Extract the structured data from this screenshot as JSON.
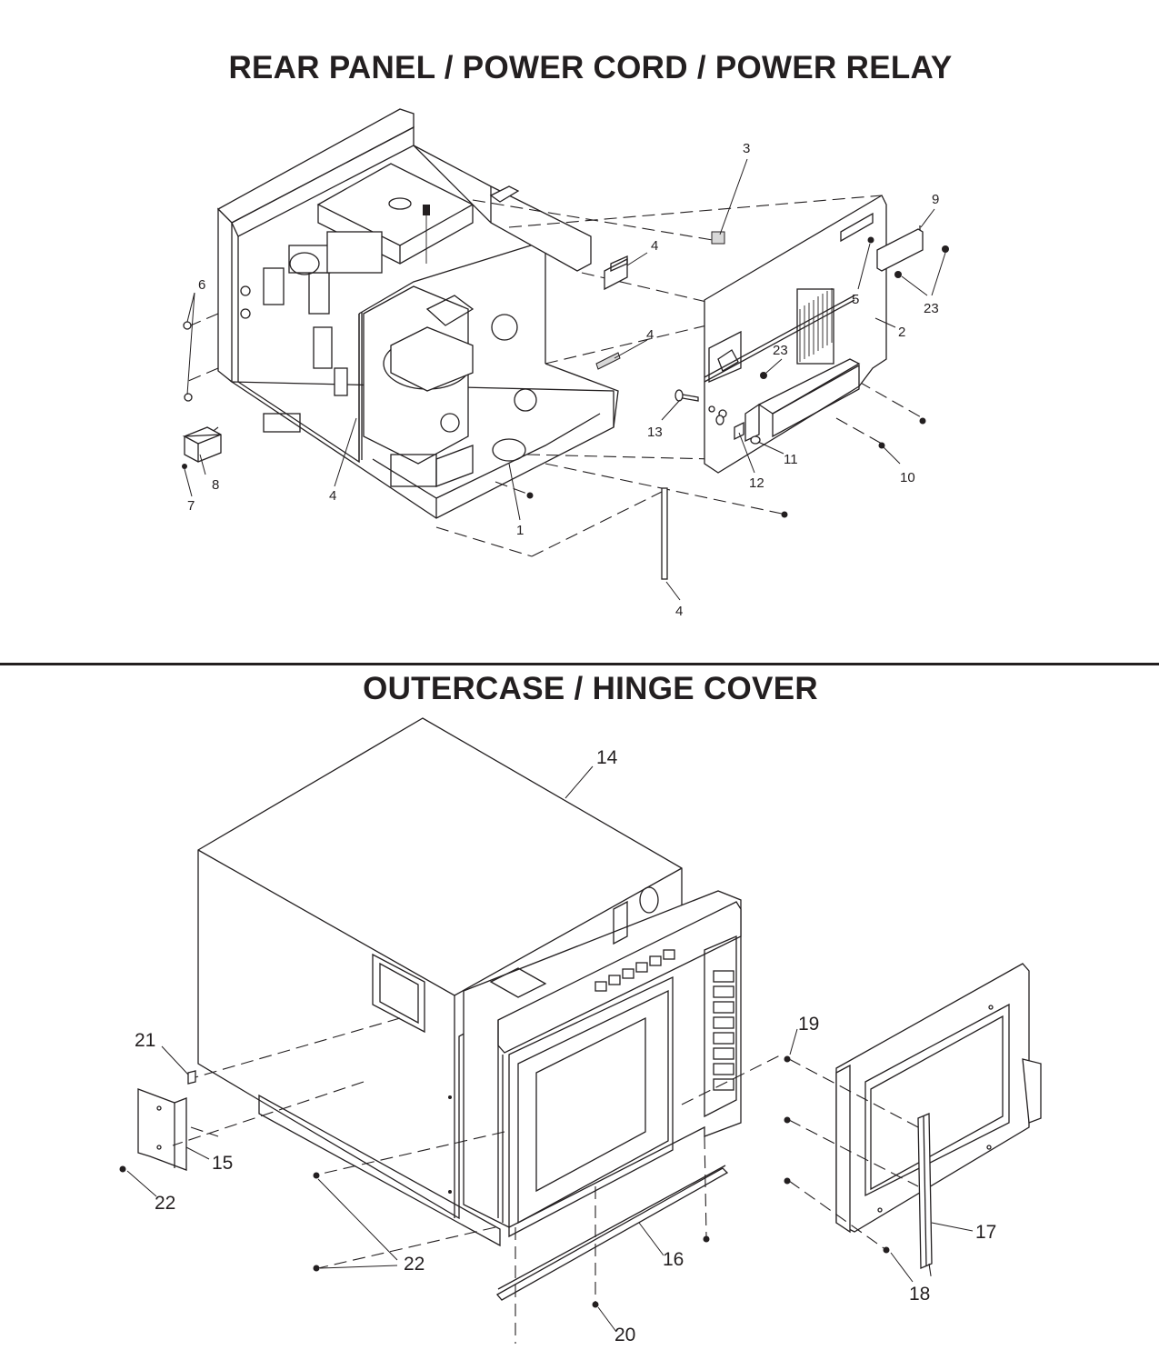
{
  "titles": {
    "top": "REAR PANEL / POWER CORD / POWER RELAY",
    "bottom": "OUTERCASE / HINGE COVER"
  },
  "callouts_top": {
    "c1": "1",
    "c2": "2",
    "c3": "3",
    "c4a": "4",
    "c4b": "4",
    "c4c": "4",
    "c4d": "4",
    "c5": "5",
    "c6": "6",
    "c7": "7",
    "c8": "8",
    "c9": "9",
    "c10": "10",
    "c11": "11",
    "c12": "12",
    "c13": "13",
    "c23a": "23",
    "c23b": "23"
  },
  "callouts_bottom": {
    "c14": "14",
    "c15": "15",
    "c16": "16",
    "c17": "17",
    "c18": "18",
    "c19": "19",
    "c20": "20",
    "c21": "21",
    "c22a": "22",
    "c22b": "22"
  },
  "colors": {
    "ink": "#231f20",
    "background": "#ffffff"
  }
}
